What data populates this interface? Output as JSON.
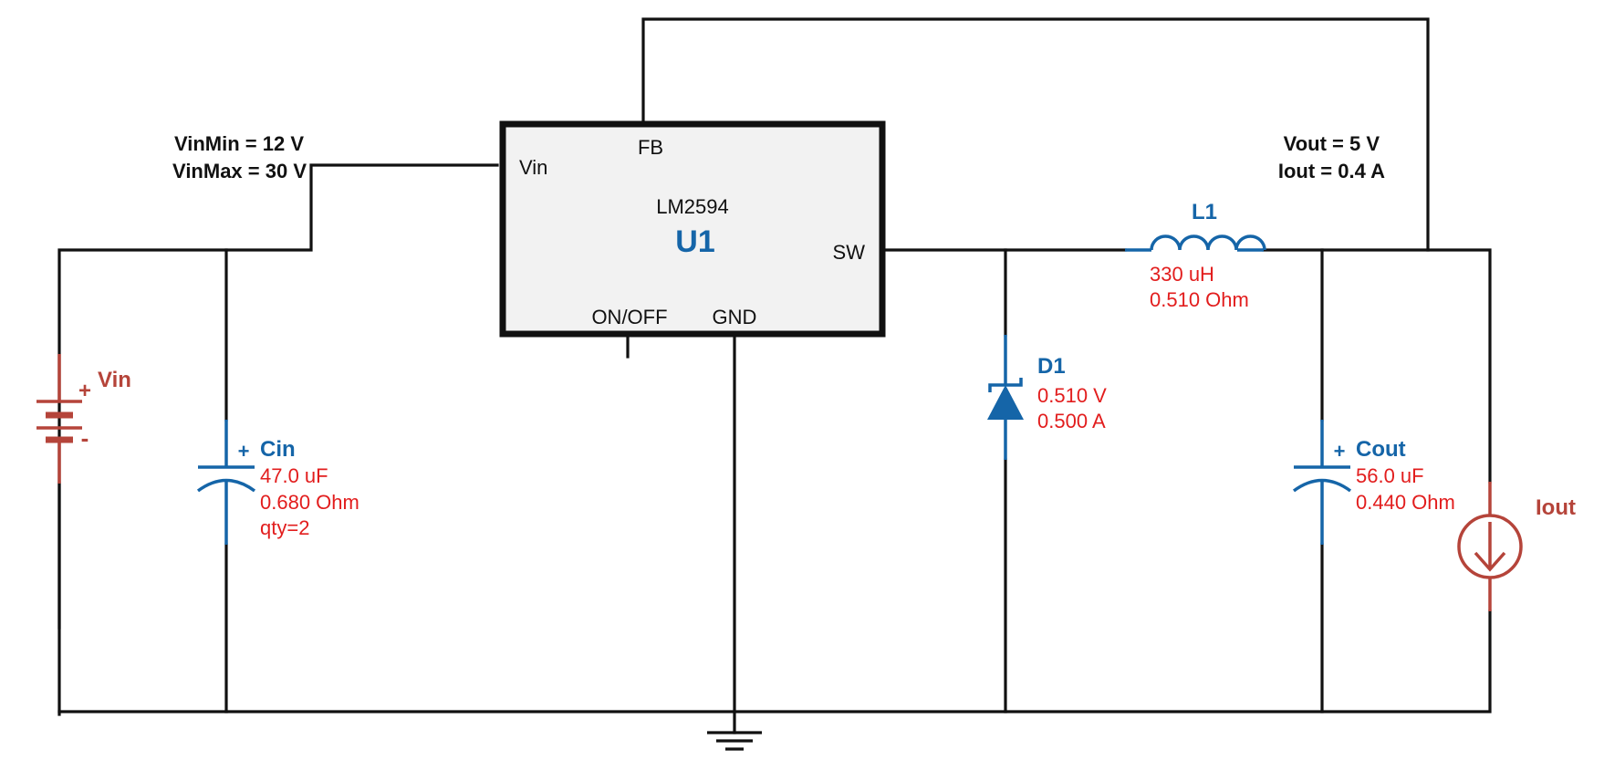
{
  "specs": {
    "vin_min": "VinMin = 12 V",
    "vin_max": "VinMax = 30 V",
    "vout": "Vout = 5 V",
    "iout": "Iout = 0.4 A"
  },
  "u1": {
    "designator": "U1",
    "part": "LM2594",
    "pin_vin": "Vin",
    "pin_fb": "FB",
    "pin_sw": "SW",
    "pin_onoff": "ON/OFF",
    "pin_gnd": "GND"
  },
  "vin_source": {
    "label": "Vin",
    "plus": "+",
    "minus": "-"
  },
  "cin": {
    "label": "Cin",
    "plus": "+",
    "capacitance": "47.0 uF",
    "esr": "0.680 Ohm",
    "qty": "qty=2"
  },
  "d1": {
    "label": "D1",
    "vf": "0.510 V",
    "current": "0.500 A"
  },
  "l1": {
    "label": "L1",
    "inductance": "330 uH",
    "dcr": "0.510 Ohm"
  },
  "cout": {
    "label": "Cout",
    "plus": "+",
    "capacitance": "56.0 uF",
    "esr": "0.440 Ohm"
  },
  "iout_load": {
    "label": "Iout"
  },
  "colors": {
    "wire": "#111111",
    "component_blue": "#1565a8",
    "value_red": "#e21d1d",
    "source_red": "#b5443a",
    "ic_fill": "#f2f2f2"
  }
}
